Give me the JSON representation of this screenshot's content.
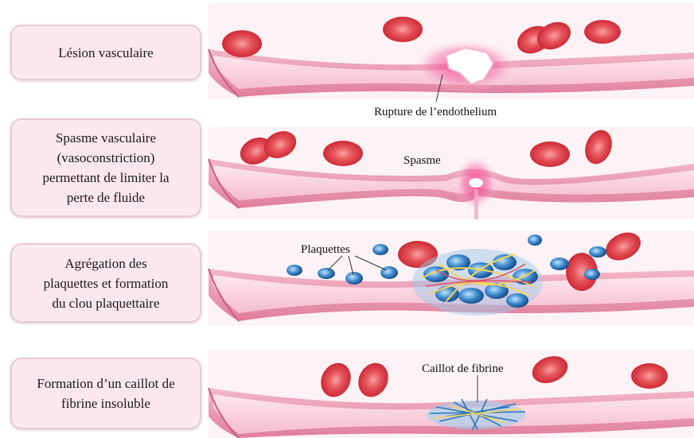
{
  "steps": [
    {
      "label": "Lésion vasculaire",
      "annotation": "Rupture de l’endothelium"
    },
    {
      "label": "Spasme vasculaire\n(vasoconstriction)\npermettant de limiter la\nperte de fluide",
      "annotation": "Spasme"
    },
    {
      "label": "Agrégation des\nplaquettes et formation\ndu clou plaquettaire",
      "annotation": "Plaquettes"
    },
    {
      "label": "Formation d’un caillot de\nfibrine insoluble",
      "annotation": "Caillot de fibrine"
    }
  ],
  "colors": {
    "vessel_wall": "#e48aa6",
    "vessel_inner": "#f6c4d2",
    "red_cell": "#e2424e",
    "platelet": "#3a86c8",
    "injury_glow": "#ef3f8a",
    "fibrin": "#5aa8d8",
    "label_box": "#fbe7ec"
  }
}
